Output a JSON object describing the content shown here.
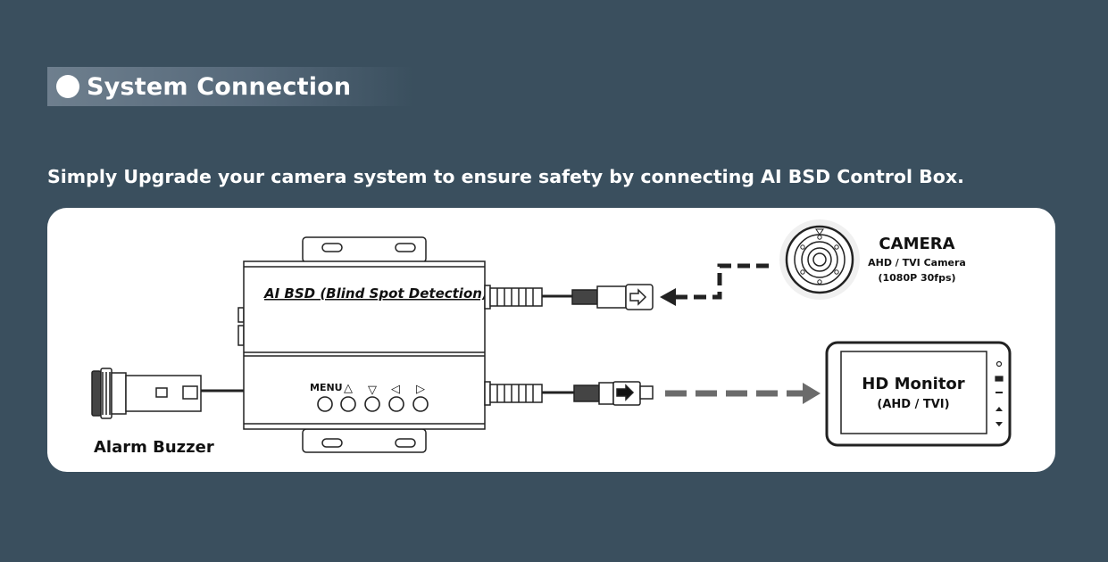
{
  "header": {
    "title": "System Connection"
  },
  "subtitle": "Simply Upgrade your camera system to ensure safety by connecting AI BSD Control Box.",
  "control_box": {
    "label": "AI BSD (Blind Spot Detection)",
    "buttons": {
      "menu": "MENU",
      "up": "△",
      "down": "▽",
      "left": "◁",
      "right": "▷"
    }
  },
  "camera": {
    "title": "CAMERA",
    "line1": "AHD / TVI Camera",
    "line2": "(1080P 30fps)"
  },
  "monitor": {
    "title": "HD Monitor",
    "subtitle": "(AHD / TVI)"
  },
  "buzzer": {
    "label": "Alarm Buzzer"
  },
  "colors": {
    "background": "#3a4f5e",
    "panel": "#ffffff",
    "line": "#222222",
    "arrow_gray": "#6b6b6b"
  }
}
